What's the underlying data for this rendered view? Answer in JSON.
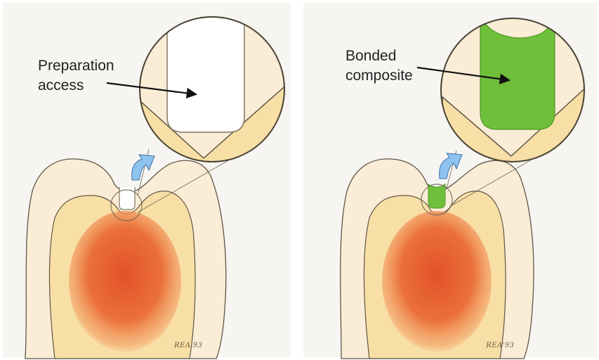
{
  "panels": [
    {
      "label_lines": [
        "Preparation",
        "access"
      ],
      "signature": "REA'93",
      "fill_color": "#ffffff",
      "fill_stroke": "#7d7766"
    },
    {
      "label_lines": [
        "Bonded",
        "composite"
      ],
      "signature": "REA'93",
      "fill_color": "#6fbf3a",
      "fill_stroke": "#4c9a22"
    }
  ],
  "colors": {
    "enamel": "#fbecd6",
    "dentin": "#f8dfa5",
    "pulp_core": "#e2512a",
    "outline": "#5e5648",
    "arrow_blue": "#8fc3ef"
  },
  "icons": [
    "pointer-arrow-icon",
    "curved-up-arrow-icon"
  ]
}
